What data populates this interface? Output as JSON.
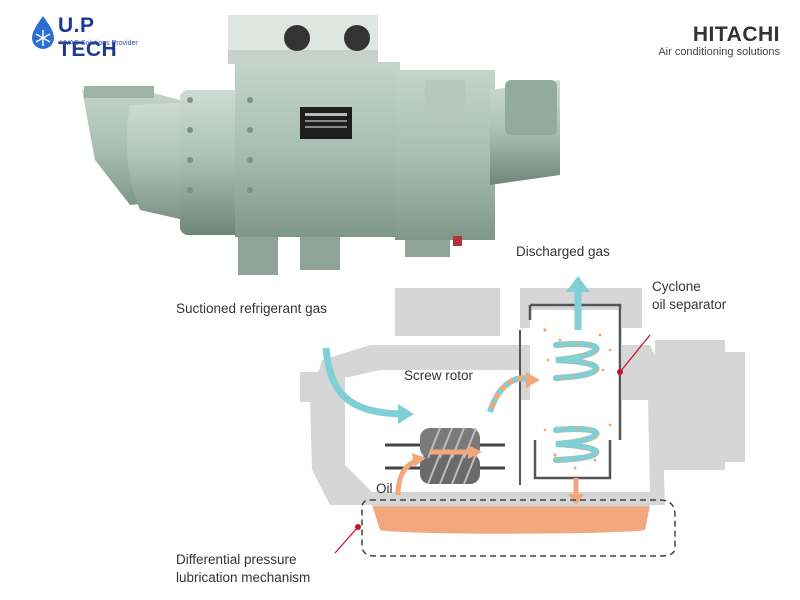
{
  "logos": {
    "left": {
      "title": "U.P TECH",
      "subtitle": "HVAC Solutions Provider",
      "icon": "snowflake-drop-icon"
    },
    "right": {
      "title": "HITACHI",
      "subtitle": "Air conditioning solutions"
    }
  },
  "labels": {
    "suction": "Suctioned refrigerant gas",
    "discharge": "Discharged gas",
    "cyclone_line1": "Cyclone",
    "cyclone_line2": "oil separator",
    "screw_rotor": "Screw rotor",
    "oil": "Oil",
    "lubrication_line1": "Differential pressure",
    "lubrication_line2": "lubrication mechanism"
  },
  "colors": {
    "machine_body": "#a9bfb4",
    "housing_gray": "#d6d6d6",
    "gas_flow": "#7fcfd6",
    "oil_flow": "#f3a77d",
    "callout_line": "#c8102e",
    "brand_blue": "#1d3a8f"
  }
}
